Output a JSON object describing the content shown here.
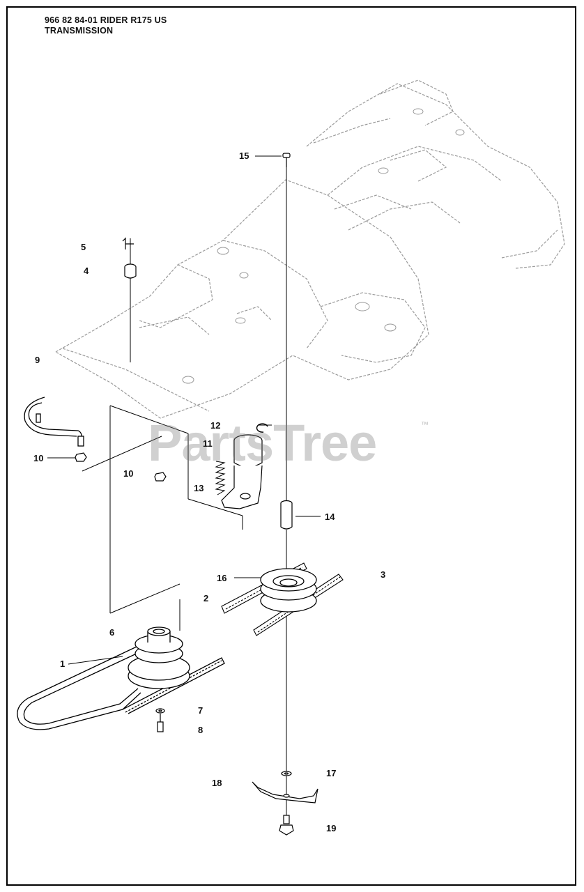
{
  "header": {
    "model_line": "966 82 84-01 RIDER R175 US",
    "section": "TRANSMISSION"
  },
  "watermark": {
    "text": "PartsTree",
    "trademark": "™"
  },
  "callouts": [
    "15",
    "5",
    "4",
    "9",
    "12",
    "11",
    "10",
    "10",
    "13",
    "14",
    "16",
    "3",
    "2",
    "6",
    "1",
    "7",
    "8",
    "17",
    "18",
    "19"
  ],
  "colors": {
    "line": "#000000",
    "ghost": "#999999",
    "watermark": "#a0a0a0"
  }
}
